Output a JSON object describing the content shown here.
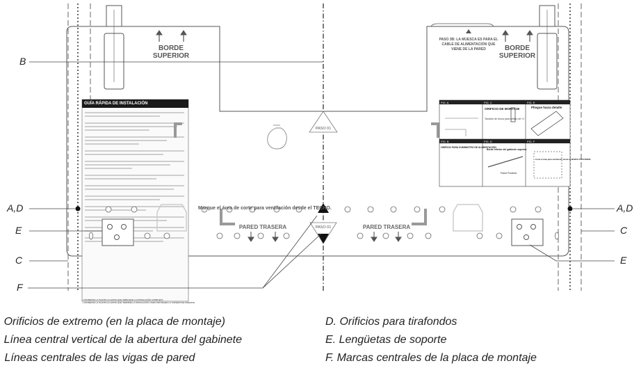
{
  "edge_label": {
    "line1": "BORDE",
    "line2": "SUPERIOR"
  },
  "notch_note": {
    "line1": "PASO 3B: LA MUESCA ES PARA EL",
    "line2": "CABLE DE ALIMENTACIÓN QUE",
    "line3": "VIENE DE LA PARED"
  },
  "guide": {
    "title": "GUÍA RÁPIDA DE INSTALACIÓN",
    "footer1": "• CONSERVE LA PLANTILLA HASTA QUE VERIFIQUE LA INSTALACIÓN COMPLETA",
    "footer2": "• CONSERVE LA PLANTILLA HASTA QUE TERMINE LA INSTALACIÓN, PARA PROTEGER LA SUPERFICIE INFERIOR"
  },
  "step_badge": "PASO 01",
  "cut_note": "Marque el área de corte para ventilación desde el TECHO.",
  "rear_wall": "PARED TRASERA",
  "figures": {
    "a": "FIG. A",
    "b": "FIG. B",
    "c": "FIG. C",
    "d": "FIG. D",
    "e": "FIG. E",
    "f": "FIG. F",
    "c_title": "ORIFICIO DE MONTAJE",
    "c_text": "Tamaño de broca para orificio de ¼\"",
    "e_text": "Pliegue hacia detalle",
    "b_title": "ORIFICIO PARA SUMINISTRO DE ALIMENTACIÓN",
    "d_text1": "Borde inferior del gabinete superior",
    "d_text2": "Pared Posterior",
    "f_text": "Corte el área para ventilación desde el MARCO POSTERIOR"
  },
  "callouts": {
    "B": "B",
    "AD_left": "A,D",
    "AD_right": "A,D",
    "E_left": "E",
    "E_right": "E",
    "C_left": "C",
    "C_right": "C",
    "F": "F"
  },
  "legend": {
    "A": "A. Orificios de extremo (en la placa de montaje)",
    "B": "B. Línea central vertical de la abertura del gabinete",
    "C": "C. Líneas centrales de las vigas de pared",
    "D": "D. Orificios para tirafondos",
    "E": "E. Lengüetas de soporte",
    "F": "F. Marcas centrales de la placa de montaje"
  }
}
